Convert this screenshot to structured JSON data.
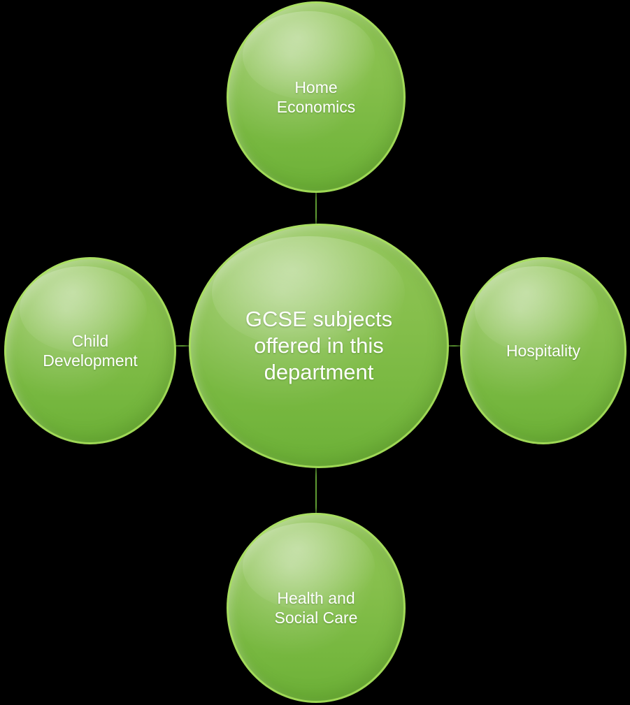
{
  "diagram": {
    "title": "GCSE subjects offered in this department",
    "type": "radial-hub-and-spoke",
    "background_color": "#000000",
    "bubble_fill_color": "#86bf4c",
    "bubble_rim_color": "#a8e05a",
    "connector_color": "#5f9c33",
    "text_color": "#ffffff",
    "hub": {
      "label": "GCSE subjects\noffered in this\ndepartment"
    },
    "nodes": [
      {
        "id": "top",
        "label": "Home\nEconomics",
        "position": "top"
      },
      {
        "id": "left",
        "label": "Child\nDevelopment",
        "position": "left"
      },
      {
        "id": "right",
        "label": "Hospitality",
        "position": "right"
      },
      {
        "id": "bottom",
        "label": "Health and\nSocial Care",
        "position": "bottom"
      }
    ],
    "connectors": [
      {
        "from": "hub",
        "to": "top"
      },
      {
        "from": "hub",
        "to": "left"
      },
      {
        "from": "hub",
        "to": "right"
      },
      {
        "from": "hub",
        "to": "bottom"
      }
    ]
  }
}
